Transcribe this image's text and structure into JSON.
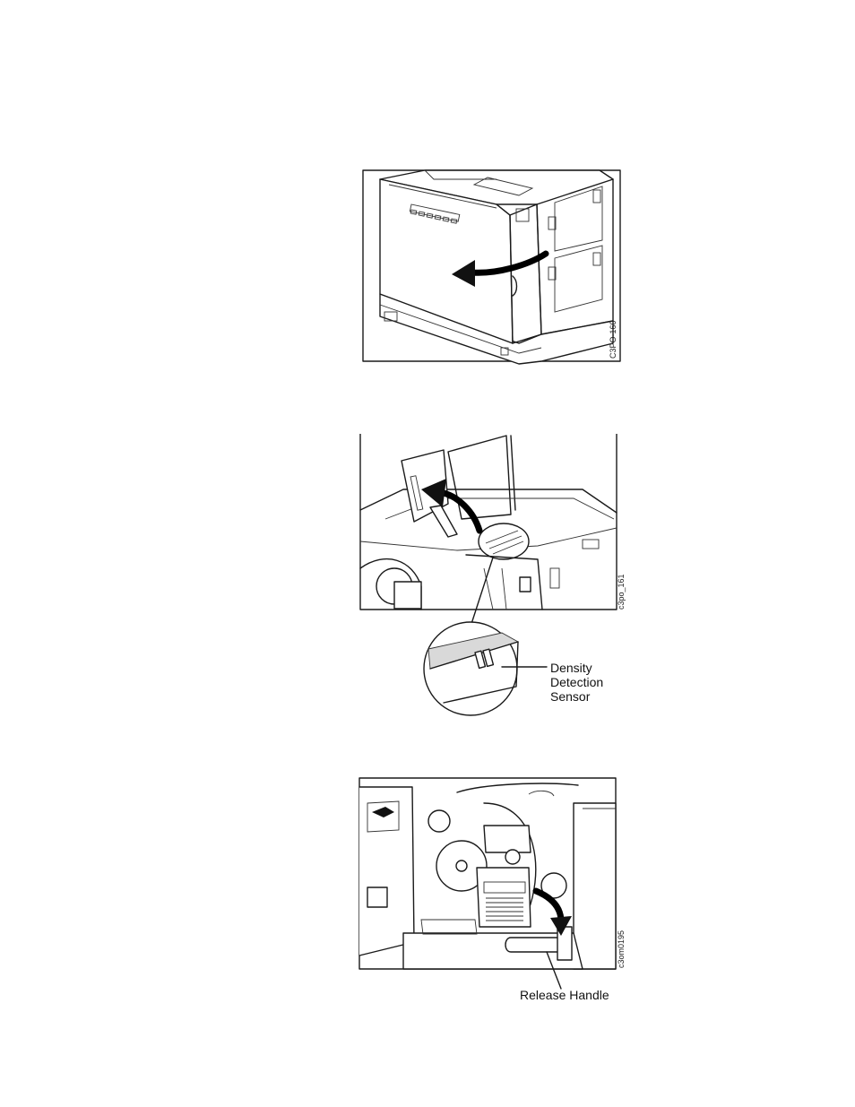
{
  "figures": [
    {
      "id": "fig1",
      "code": "C3PO-160"
    },
    {
      "id": "fig2",
      "code": "c3po_161",
      "callout": [
        "Density",
        "Detection",
        "Sensor"
      ]
    },
    {
      "id": "fig3",
      "code": "c3om0195",
      "callout": "Release Handle"
    }
  ],
  "icons": {
    "arrow": "curved-arrow-icon"
  }
}
